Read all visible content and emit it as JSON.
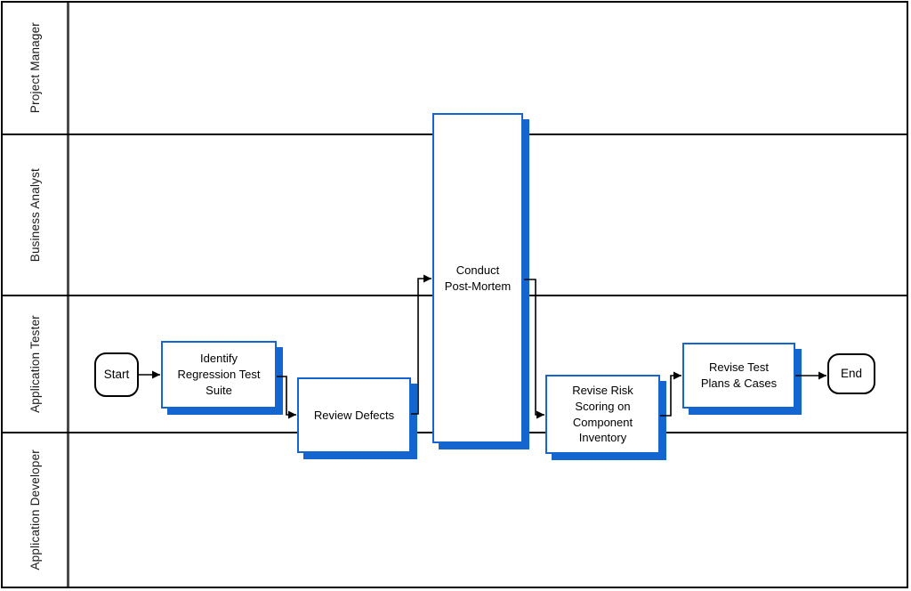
{
  "colors": {
    "background": "#ffffff",
    "process_border": "#1565d0",
    "process_shadow": "#1565d0",
    "terminator_border": "#000000",
    "lane_line": "#000000",
    "lane_divider": "#4a4a4a",
    "connector": "#000000"
  },
  "lanes": [
    {
      "label": "Project Manager"
    },
    {
      "label": "Business Analyst"
    },
    {
      "label": "Application Tester"
    },
    {
      "label": "Application Developer"
    }
  ],
  "nodes": {
    "start": {
      "label": "Start",
      "shape": "terminator",
      "lane": "Application Tester"
    },
    "identify_regression_test_suite": {
      "label": "Identify\nRegression Test\nSuite",
      "shape": "process",
      "lane": "Application Tester"
    },
    "review_defects": {
      "label": "Review Defects",
      "shape": "process",
      "lane": "Application Tester"
    },
    "conduct_post_mortem": {
      "label": "Conduct\nPost-Mortem",
      "shape": "process",
      "lane": "Project Manager / Business Analyst / Application Tester"
    },
    "revise_risk_scoring": {
      "label": "Revise Risk\nScoring on\nComponent\nInventory",
      "shape": "process",
      "lane": "Application Tester"
    },
    "revise_test_plans": {
      "label": "Revise Test\nPlans & Cases",
      "shape": "process",
      "lane": "Application Tester"
    },
    "end": {
      "label": "End",
      "shape": "terminator",
      "lane": "Application Tester"
    }
  },
  "edges": [
    {
      "from": "start",
      "to": "identify_regression_test_suite"
    },
    {
      "from": "identify_regression_test_suite",
      "to": "review_defects"
    },
    {
      "from": "review_defects",
      "to": "conduct_post_mortem"
    },
    {
      "from": "conduct_post_mortem",
      "to": "revise_risk_scoring"
    },
    {
      "from": "revise_risk_scoring",
      "to": "revise_test_plans"
    },
    {
      "from": "revise_test_plans",
      "to": "end"
    }
  ]
}
